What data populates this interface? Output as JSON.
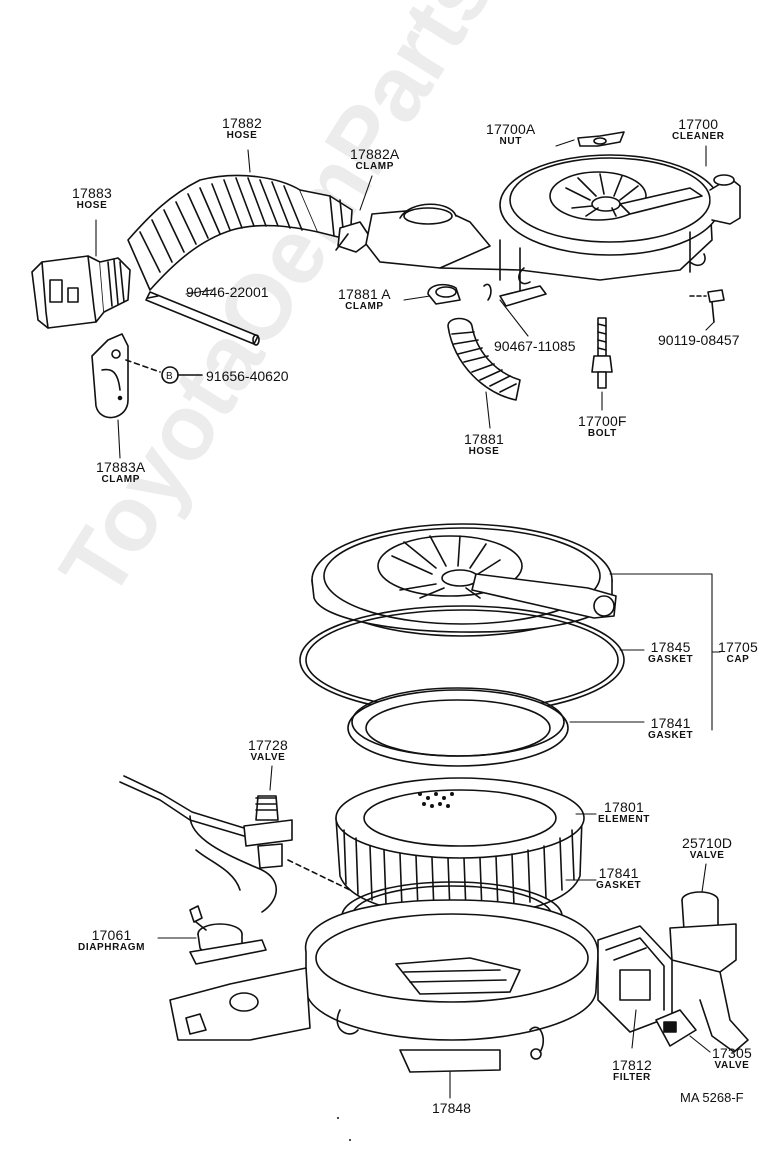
{
  "watermark": "ToyotaOemParts",
  "drawing_code": "MA 5268-F",
  "parts": {
    "p17882": {
      "num": "17882",
      "name": "HOSE"
    },
    "p17883": {
      "num": "17883",
      "name": "HOSE"
    },
    "p17882a": {
      "num": "17882A",
      "name": "CLAMP"
    },
    "p17700a": {
      "num": "17700A",
      "name": "NUT"
    },
    "p17700": {
      "num": "17700",
      "name": "CLEANER"
    },
    "p90446": {
      "num": "90446-22001"
    },
    "p17881a": {
      "num": "17881 A",
      "name": "CLAMP"
    },
    "p90467": {
      "num": "90467-11085"
    },
    "p90119": {
      "num": "90119-08457"
    },
    "p91656": {
      "num": "91656-40620"
    },
    "p17883a": {
      "num": "17883A",
      "name": "CLAMP"
    },
    "p17881": {
      "num": "17881",
      "name": "HOSE"
    },
    "p17700f": {
      "num": "17700F",
      "name": "BOLT"
    },
    "p17845": {
      "num": "17845",
      "name": "GASKET"
    },
    "p17705": {
      "num": "17705",
      "name": "CAP"
    },
    "p17841a": {
      "num": "17841",
      "name": "GASKET"
    },
    "p17728": {
      "num": "17728",
      "name": "VALVE"
    },
    "p17801": {
      "num": "17801",
      "name": "ELEMENT"
    },
    "p17841b": {
      "num": "17841",
      "name": "GASKET"
    },
    "p25710d": {
      "num": "25710D",
      "name": "VALVE"
    },
    "p17061": {
      "num": "17061",
      "name": "DIAPHRAGM"
    },
    "p17812": {
      "num": "17812",
      "name": "FILTER"
    },
    "p17305": {
      "num": "17305",
      "name": "VALVE"
    },
    "p17848": {
      "num": "17848"
    }
  },
  "callout_letter": "B"
}
